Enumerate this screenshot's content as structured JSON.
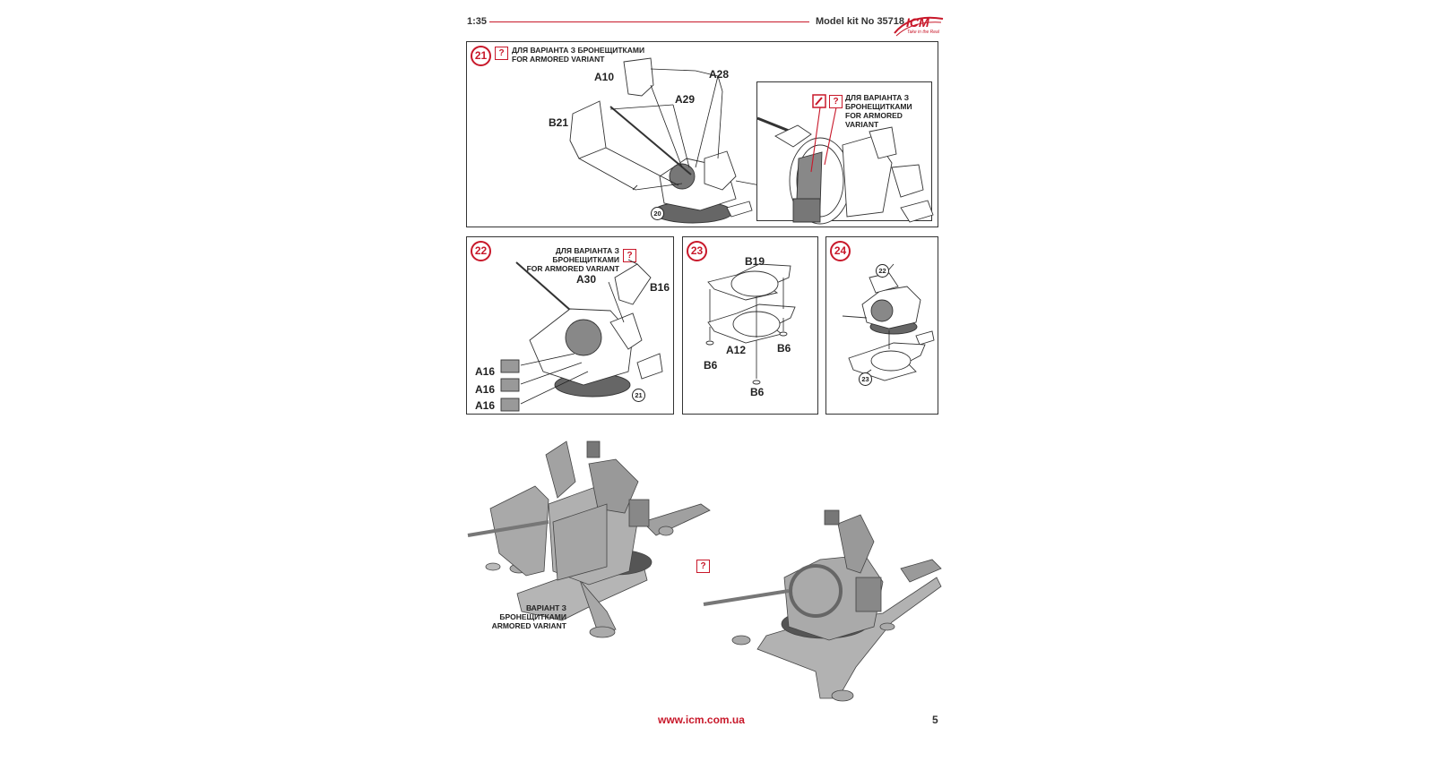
{
  "header": {
    "scale": "1:35",
    "model_kit": "Model kit No 35718",
    "logo_text": "ICM",
    "logo_tagline": "Take in the Real"
  },
  "colors": {
    "accent": "#c8182a",
    "line": "#333333",
    "model_gray": "#9a9a9a"
  },
  "steps": [
    {
      "number": "21",
      "note_ua": "ДЛЯ ВАРІАНТА З БРОНЕЩИТКАМИ",
      "note_en": "FOR ARMORED VARIANT",
      "parts": [
        "A10",
        "A28",
        "A29",
        "B21"
      ],
      "ref": "20",
      "inset": {
        "note_ua_1": "ДЛЯ ВАРІАНТА З",
        "note_ua_2": "БРОНЕЩИТКАМИ",
        "note_en": "FOR ARMORED VARIANT",
        "icons": [
          "glue-icon",
          "question-icon"
        ]
      }
    },
    {
      "number": "22",
      "note_ua": "ДЛЯ ВАРІАНТА З БРОНЕЩИТКАМИ",
      "note_en": "FOR ARMORED VARIANT",
      "parts": [
        "A30",
        "B16",
        "A16",
        "A16",
        "A16"
      ],
      "ref": "21"
    },
    {
      "number": "23",
      "parts": [
        "B19",
        "A12",
        "B6",
        "B6",
        "B6"
      ]
    },
    {
      "number": "24",
      "refs": [
        "22",
        "23"
      ]
    }
  ],
  "final": {
    "caption_ua": "ВАРІАНТ З БРОНЕЩИТКАМИ",
    "caption_en": "ARMORED VARIANT",
    "q_icon": "question-icon"
  },
  "footer": {
    "url": "www.icm.com.ua",
    "page": "5"
  },
  "q_mark": "?"
}
